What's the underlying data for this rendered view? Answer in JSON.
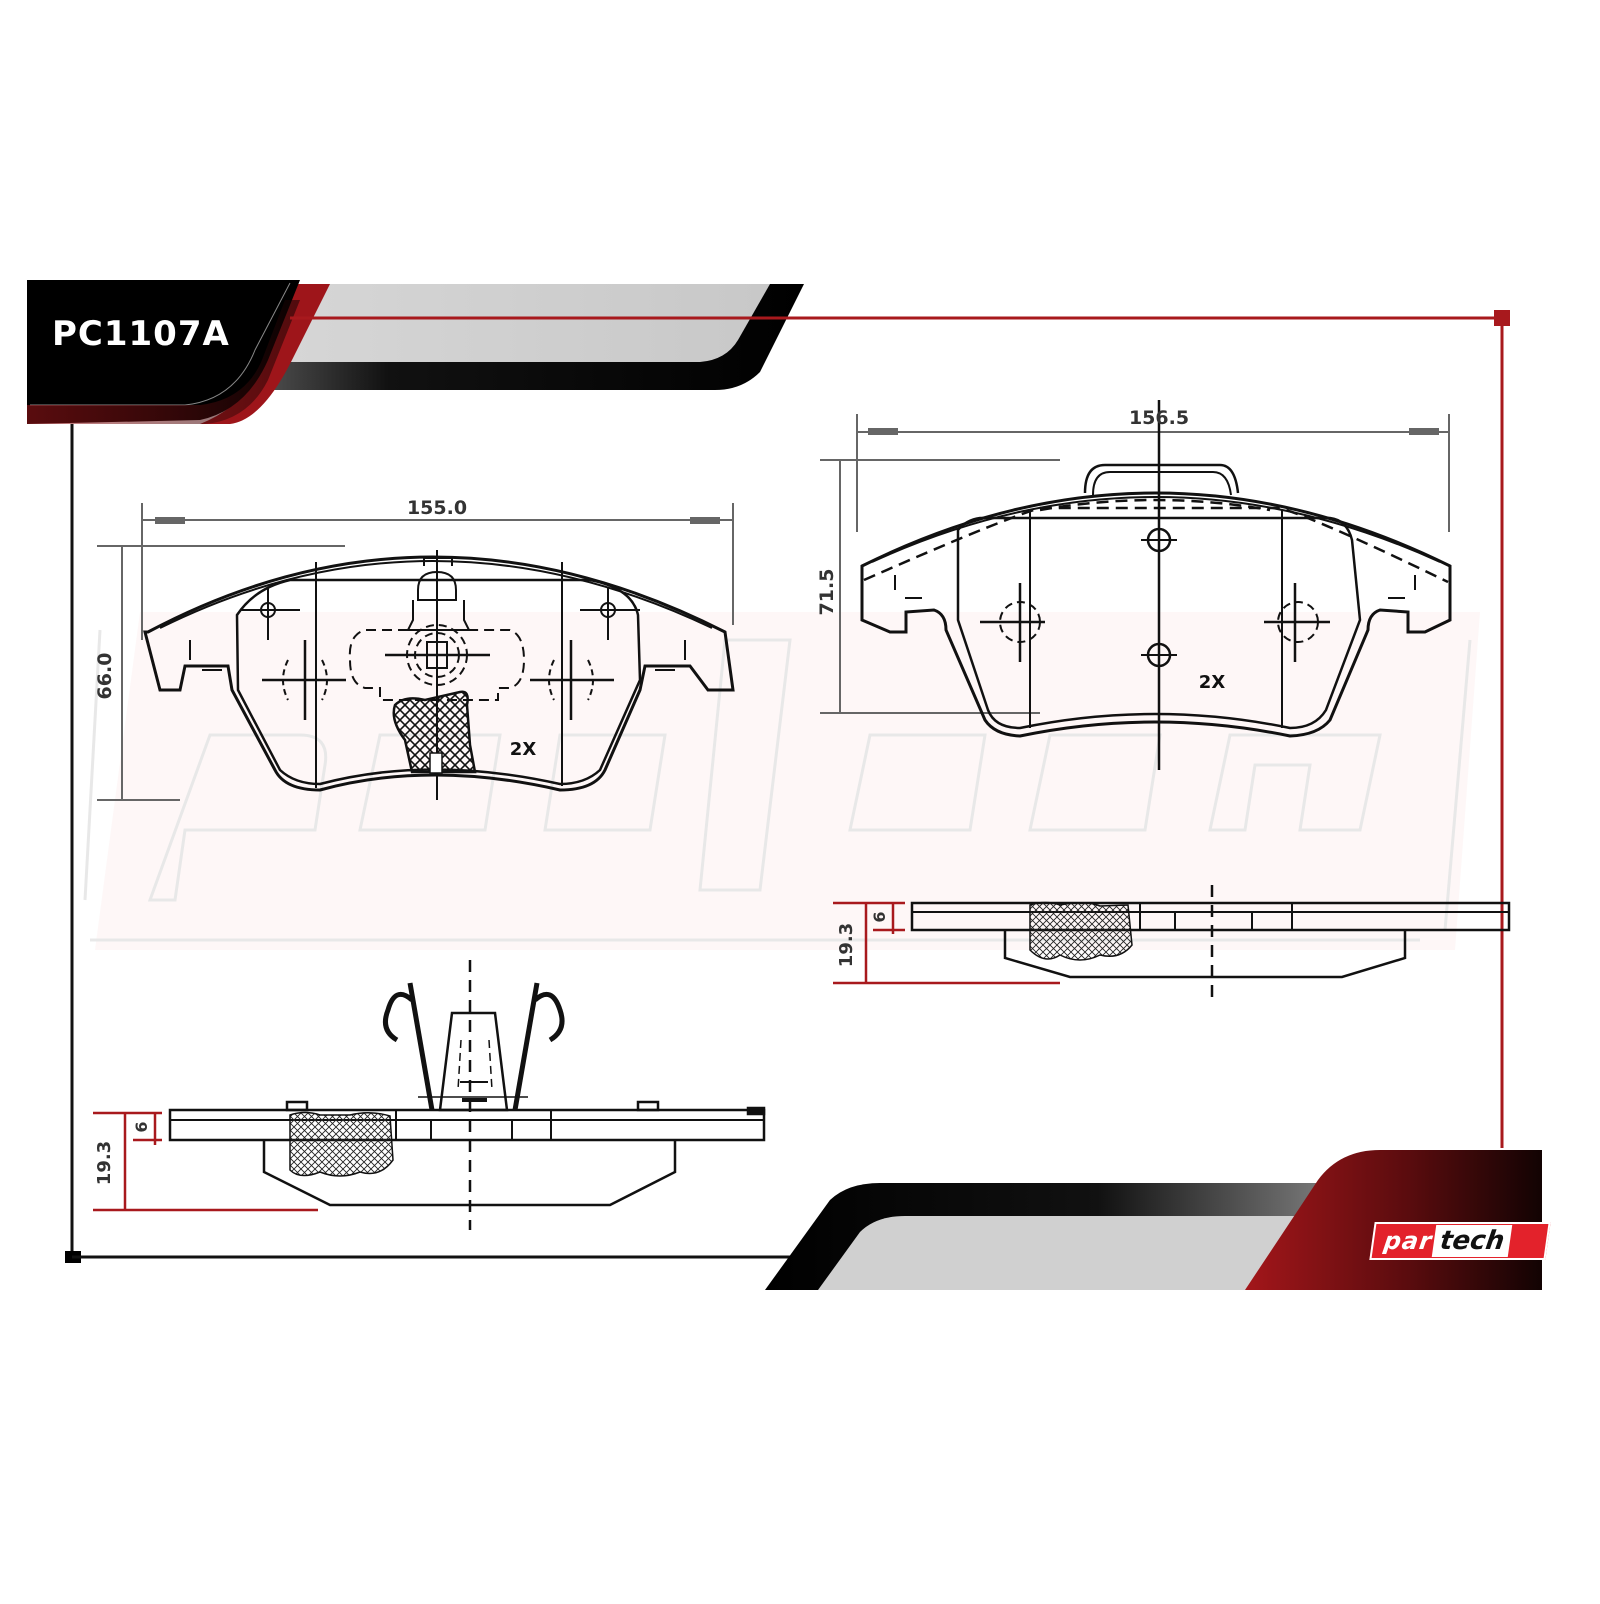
{
  "header": {
    "part_number": "PC1107A"
  },
  "brand": {
    "logo_part1": "par",
    "logo_part2": "tech",
    "watermark": "partech"
  },
  "colors": {
    "accent_red": "#b3161d",
    "frame_red": "#a01c1c",
    "banner_black": "#000000",
    "banner_gray": "#d0d0d0",
    "line": "#111111",
    "dimension_gray": "#666666"
  },
  "drawing_left": {
    "front_view": {
      "width_dim": "155.0",
      "height_dim": "66.0",
      "quantity": "2X"
    },
    "side_view": {
      "total_thickness_dim": "19.3",
      "backplate_thickness_dim": "6"
    }
  },
  "drawing_right": {
    "front_view": {
      "width_dim": "156.5",
      "height_dim": "71.5",
      "quantity": "2X"
    },
    "side_view": {
      "total_thickness_dim": "19.3",
      "backplate_thickness_dim": "6"
    }
  }
}
